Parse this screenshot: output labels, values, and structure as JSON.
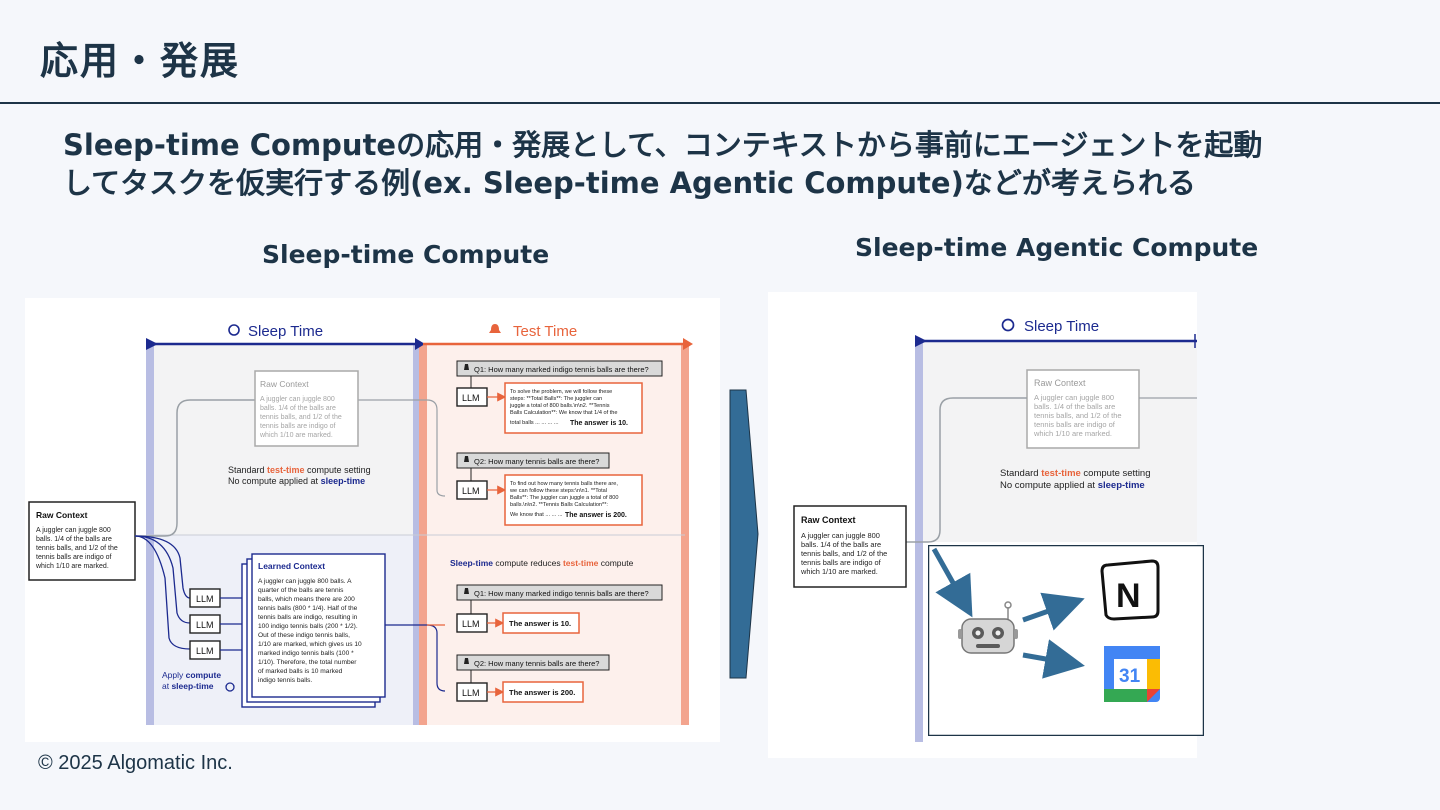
{
  "slide": {
    "title": "応用・発展",
    "lead_line1": "Sleep-time Computeの応用・発展として、コンテキストから事前にエージェントを起動",
    "lead_line2": "してタスクを仮実行する例(ex. Sleep-time Agentic Compute)などが考えられる",
    "left_heading": "Sleep-time Compute",
    "right_heading": "Sleep-time Agentic Compute",
    "footer": "© 2025 Algomatic Inc."
  },
  "left_figure": {
    "sleep_time_label": "Sleep Time",
    "test_time_label": "Test Time",
    "raw_context_title": "Raw Context",
    "raw_context_lines": [
      "A juggler can juggle 800",
      "balls. 1/4 of the balls are",
      "tennis balls, and 1/2 of the",
      "tennis balls are indigo of",
      "which 1/10 are marked."
    ],
    "gray_raw_context_title": "Raw Context",
    "gray_raw_context_lines": [
      "A juggler can juggle 800",
      "balls. 1/4 of the balls are",
      "tennis balls, and 1/2 of the",
      "tennis balls are indigo of",
      "which 1/10 are marked."
    ],
    "standard_prefix": "Standard ",
    "standard_highlight": "test-time",
    "standard_suffix": " compute setting",
    "no_compute_prefix": "No compute applied at ",
    "no_compute_highlight": "sleep-time",
    "q1": "Q1: How many marked indigo tennis balls are there?",
    "q2": "Q2: How many tennis balls are there?",
    "llm_label": "LLM",
    "answer1_lines": [
      "To solve the problem, we will follow these",
      "steps:  **Total Balls**: The juggler can",
      "juggle a total of 800 balls.\\n\\n2. **Tennis",
      "Balls Calculation**: We know that 1/4 of the",
      "total balls ... ... ... ..."
    ],
    "answer1_final": "The answer is 10.",
    "answer2_lines": [
      "To find out how many tennis balls there are,",
      "we can follow these steps:\\n\\n1. **Total",
      "Balls**: The juggler can juggle a total of 800",
      "balls.\\n\\n2. **Tennis Balls Calculation**:",
      "We know that ... ... ..."
    ],
    "answer2_final": "The answer is 200.",
    "learned_context_title": "Learned Context",
    "learned_context_lines": [
      "A juggler can juggle 800 balls. A",
      "quarter of the balls are tennis",
      "balls, which means there are 200",
      "tennis balls (800 * 1/4). Half of the",
      "tennis balls are indigo, resulting in",
      "100 indigo tennis balls (200 * 1/2).",
      "Out of these indigo tennis balls,",
      "1/10 are marked, which gives us 10",
      "marked indigo tennis balls (100 *",
      "1/10). Therefore, the total number",
      "of marked balls is 10 marked",
      "indigo tennis balls."
    ],
    "reduces_highlight1": "Sleep-time",
    "reduces_middle": " compute reduces ",
    "reduces_highlight2": "test-time",
    "reduces_suffix": " compute",
    "short_answer1": "The answer is 10.",
    "short_answer2": "The answer is 200.",
    "apply_prefix": "Apply ",
    "apply_highlight": "compute",
    "apply_at": "at ",
    "apply_sleep": "sleep-time"
  },
  "right_figure": {
    "sleep_time_label": "Sleep Time",
    "raw_context_title": "Raw Context",
    "raw_context_lines": [
      "A juggler can juggle 800",
      "balls. 1/4 of the balls are",
      "tennis balls, and 1/2 of the",
      "tennis balls are indigo of",
      "which 1/10 are marked."
    ],
    "gray_raw_context_title": "Raw Context",
    "gray_raw_context_lines": [
      "A juggler can juggle 800",
      "balls. 1/4 of the balls are",
      "tennis balls, and 1/2 of the",
      "tennis balls are indigo of",
      "which 1/10 are marked."
    ],
    "standard_prefix": "Standard ",
    "standard_highlight": "test-time",
    "standard_suffix": " compute setting",
    "no_compute_prefix": "No compute applied at ",
    "no_compute_highlight": "sleep-time",
    "notion_letter": "N",
    "calendar_day": "31"
  },
  "colors": {
    "navy": "#1d3447",
    "sleep_blue": "#1c2a8f",
    "test_orange": "#e8643c",
    "arrow_fill": "#336c96"
  }
}
